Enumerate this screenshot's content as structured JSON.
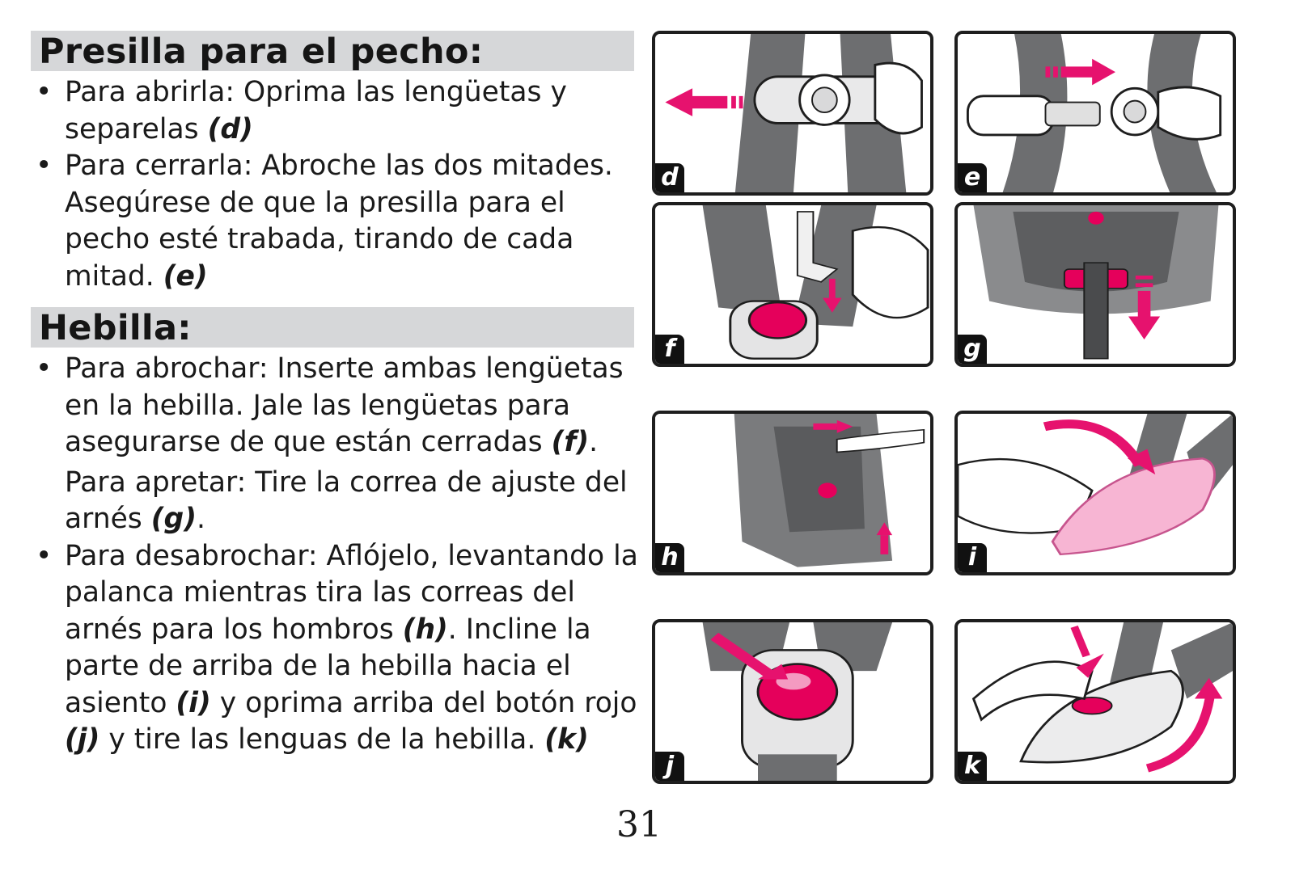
{
  "sections": {
    "chest_clip": {
      "title": "Presilla para el pecho:",
      "b1": {
        "bullet": "•",
        "text": "Para abrirla: Oprima las lengüetas y separelas ",
        "ref": "(d)"
      },
      "b2": {
        "bullet": "•",
        "text": "Para cerrarla: Abroche las dos mitades. Asegúrese de que la presilla para el pecho esté trabada, tirando de cada mitad. ",
        "ref": "(e)"
      }
    },
    "buckle": {
      "title": "Hebilla:",
      "b1": {
        "bullet": "•",
        "text": "Para abrochar: Inserte ambas lengüetas en la hebilla. Jale las lengüetas para asegurarse de que están cerradas ",
        "ref": "(f)",
        "tail": "."
      },
      "b1_extra": {
        "text": "Para apretar: Tire la correa de ajuste del arnés ",
        "ref": "(g)",
        "tail": "."
      },
      "b2": {
        "bullet": "•",
        "text_a": "Para desabrochar: Aflójelo, levantando la palanca mientras tira las correas del arnés para los hombros ",
        "ref_h": "(h)",
        "text_b": ". Incline la parte de arriba de la hebilla hacia el asiento ",
        "ref_i": "(i)",
        "text_c": " y oprima arriba del botón rojo ",
        "ref_j": "(j)",
        "text_d": " y tire las lenguas de la hebilla. ",
        "ref_k": "(k)"
      }
    }
  },
  "page_number": "31",
  "panels": {
    "d": "d",
    "e": "e",
    "f": "f",
    "g": "g",
    "h": "h",
    "i": "i",
    "j": "j",
    "k": "k"
  },
  "colors": {
    "accent_pink": "#e6126e",
    "strap_gray": "#6d6e70",
    "header_gray": "#d6d7d9",
    "red_button": "#e5005b"
  }
}
